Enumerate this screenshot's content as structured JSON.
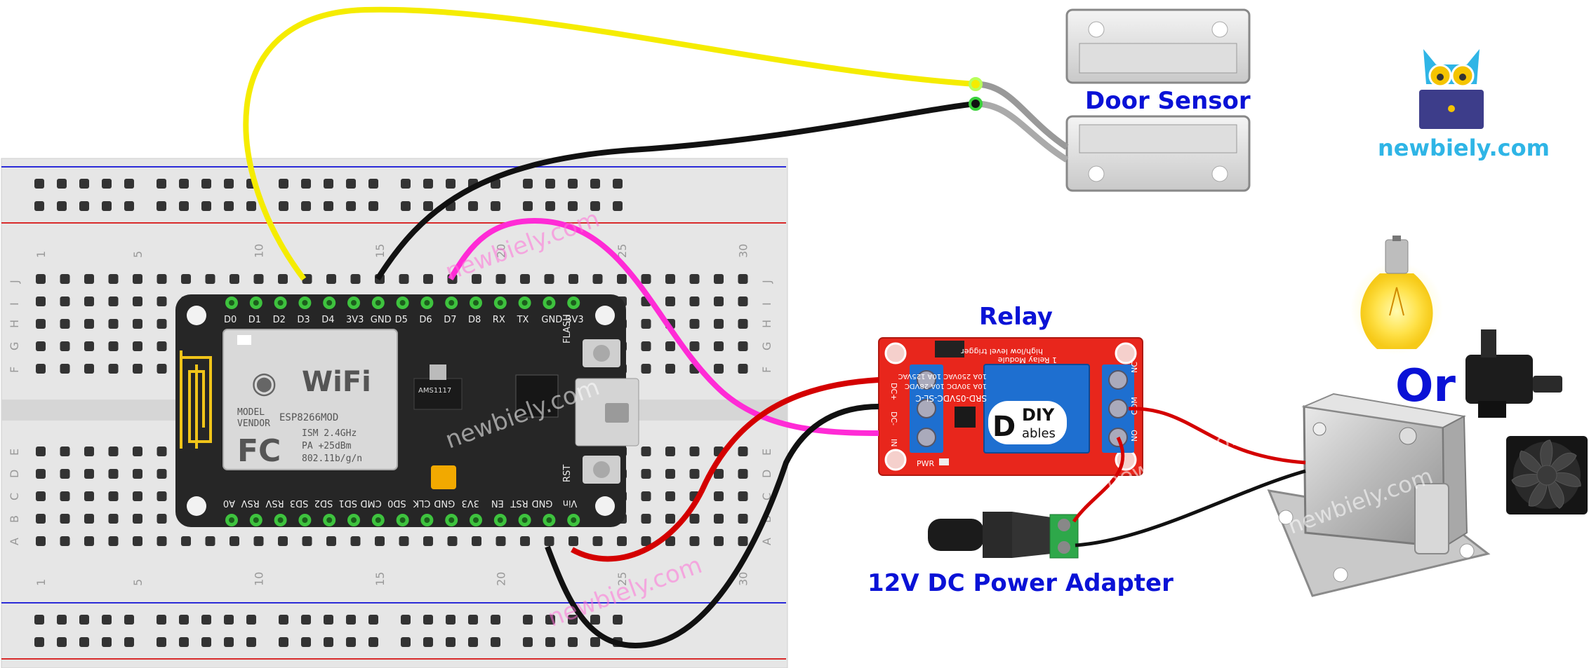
{
  "labels": {
    "door_sensor": "Door Sensor",
    "relay": "Relay",
    "power_adapter": "12V DC Power Adapter",
    "or": "Or",
    "brand": "newbiely.com",
    "watermark": "newbiely.com"
  },
  "esp8266": {
    "top_pins": [
      "D0",
      "D1",
      "D2",
      "D3",
      "D4",
      "3V3",
      "GND",
      "D5",
      "D6",
      "D7",
      "D8",
      "RX",
      "TX",
      "GND",
      "3V3"
    ],
    "bottom_pins": [
      "A0",
      "RSV",
      "RSV",
      "SD3",
      "SD2",
      "SD1",
      "CMD",
      "SD0",
      "CLK",
      "GND",
      "3V3",
      "EN",
      "RST",
      "GND",
      "Vin"
    ],
    "module_brand": "WiFi",
    "module_lines": [
      "MODEL",
      "VENDOR",
      "ESP8266MOD",
      "ISM 2.4GHz",
      "PA  +25dBm",
      "802.11b/g/n"
    ],
    "fc_mark": "FC",
    "chip_text": "AMS1117",
    "flash": "FLASH",
    "rst": "RST"
  },
  "breadboard": {
    "row_letters_top": [
      "J",
      "I",
      "H",
      "G",
      "F"
    ],
    "row_letters_bottom": [
      "E",
      "D",
      "C",
      "B",
      "A"
    ],
    "column_numbers": [
      "1",
      "5",
      "10",
      "15",
      "20",
      "25",
      "30"
    ]
  },
  "relay_module": {
    "header": "high/low level trigger",
    "title": "1 Relay Module",
    "relay_lines": [
      "10A 250VAC 10A 125VAC",
      "10A 30VDC 10A 28VDC",
      "SRD-05VDC-SL-C"
    ],
    "diy_top": "DIY",
    "diy_bottom": "ables",
    "left_pins": [
      "DC+",
      "DC-",
      "IN"
    ],
    "right_pins": [
      "NC",
      "COM",
      "NO"
    ],
    "pwr": "PWR"
  },
  "colors": {
    "wire_yellow": "#f5ec00",
    "wire_black": "#111111",
    "wire_red": "#d40000",
    "wire_magenta": "#ff2bd6",
    "label_blue": "#0a12d6",
    "brand_cyan": "#2fb5e6",
    "board_dark": "#2a2a2a",
    "relay_red": "#e8261c",
    "relay_blue": "#1e6fd0"
  }
}
